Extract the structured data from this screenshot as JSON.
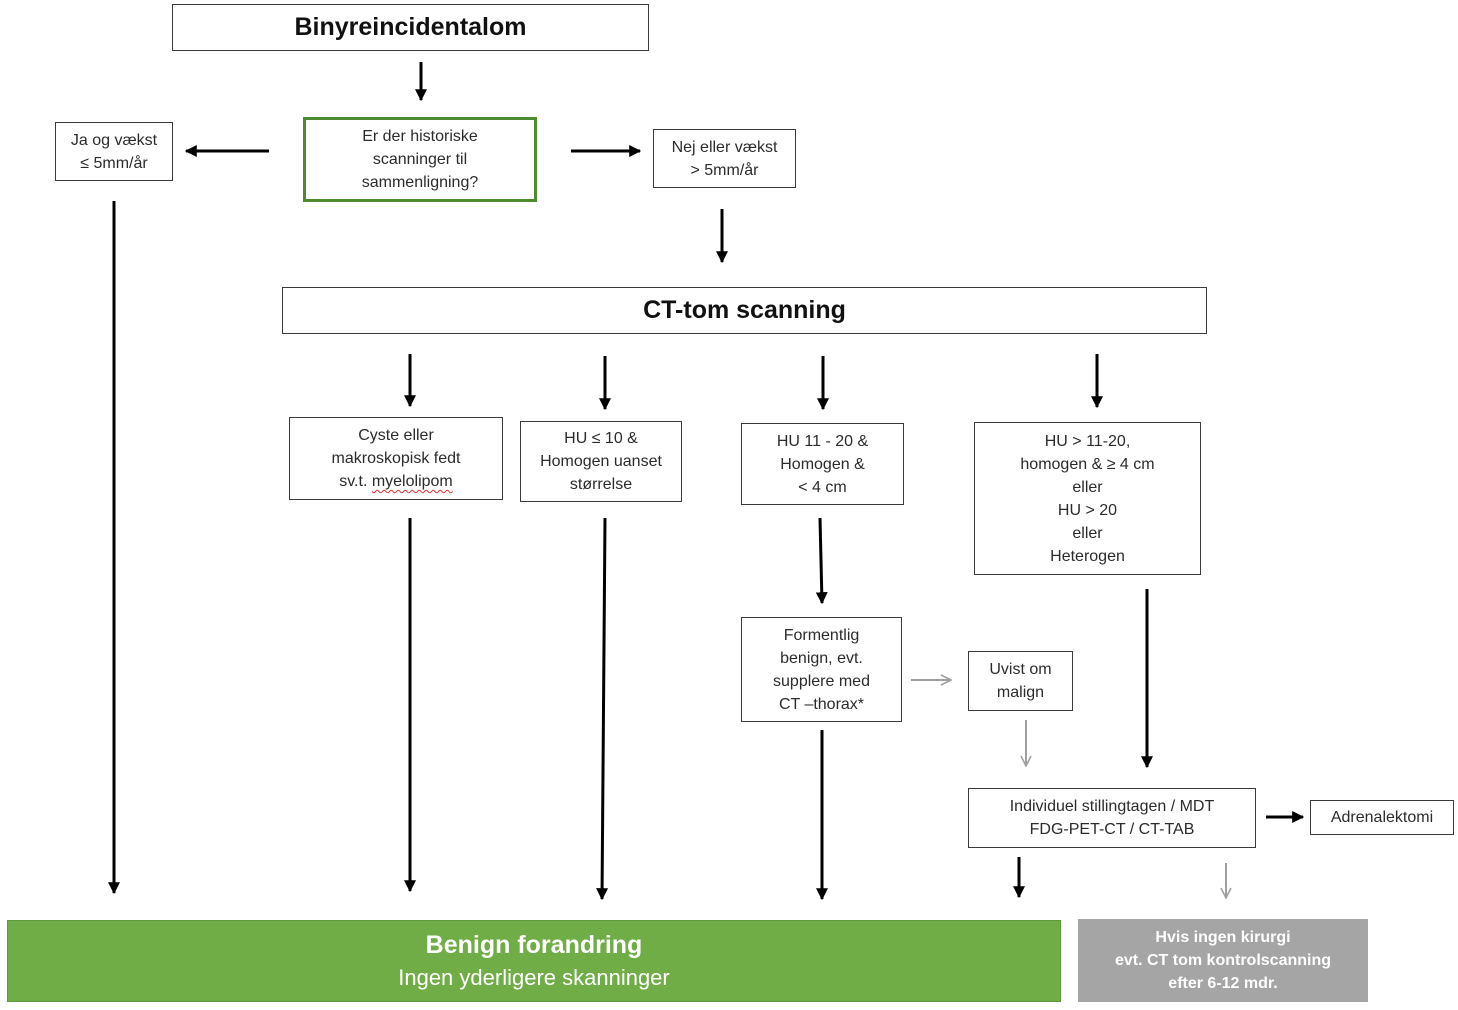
{
  "diagram": {
    "title": "Binyreincidentalom",
    "question": [
      "Er der historiske",
      "scanninger til",
      "sammenligning?"
    ],
    "yes_branch": [
      "Ja og vækst",
      "≤ 5mm/år"
    ],
    "no_branch": [
      "Nej eller vækst",
      "> 5mm/år"
    ],
    "ct_scan": "CT-tom scanning",
    "criteria": {
      "cyst": [
        "Cyste eller",
        "makroskopisk fedt",
        "sv.t. ",
        "myelolipom"
      ],
      "hu_low": [
        "HU ≤ 10 &",
        "Homogen uanset",
        "størrelse"
      ],
      "hu_mid": [
        "HU 11 - 20 &",
        "Homogen &",
        "< 4 cm"
      ],
      "hu_high": [
        "HU > 11-20,",
        "homogen & ≥ 4 cm",
        "eller",
        "HU > 20",
        "eller",
        "Heterogen"
      ]
    },
    "probably_benign": [
      "Formentlig",
      "benign, evt.",
      "supplere med",
      "CT –thorax*"
    ],
    "uncertain": [
      "Uvist om",
      "malign"
    ],
    "individual": [
      "Individuel stillingtagen / MDT",
      "FDG-PET-CT / CT-TAB"
    ],
    "adrenalectomy": "Adrenalektomi",
    "benign_result": {
      "line1": "Benign forandring",
      "line2": "Ingen yderligere skanninger"
    },
    "no_surgery": [
      "Hvis ingen kirurgi",
      "evt. CT tom kontrolscanning",
      "efter 6-12 mdr."
    ]
  },
  "colors": {
    "green": "#70ad47",
    "green_border": "#4e8a2e",
    "grey": "#a5a5a5",
    "arrow_black": "#000000",
    "arrow_grey": "#a0a0a0"
  }
}
